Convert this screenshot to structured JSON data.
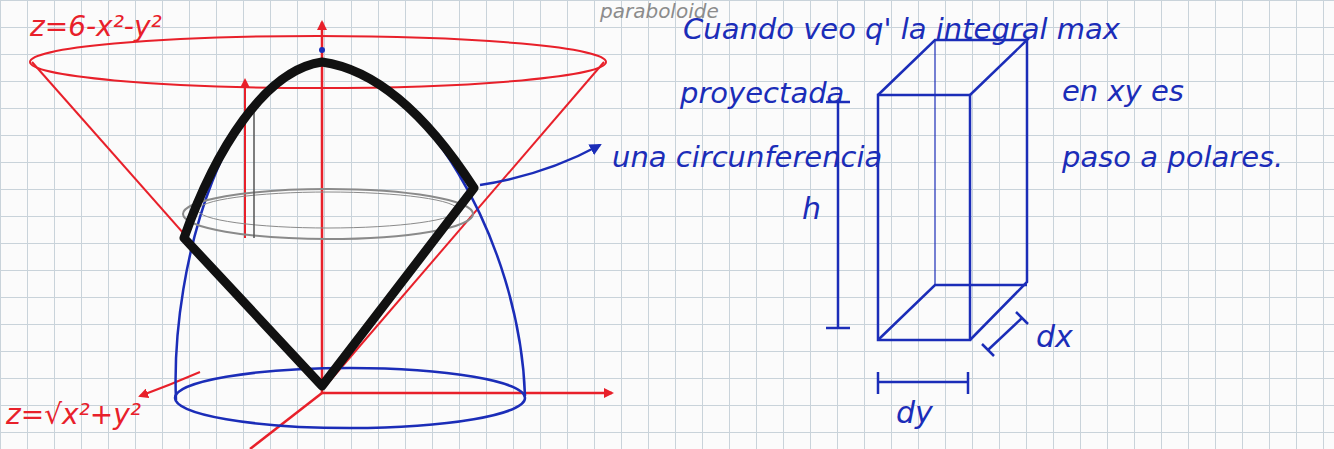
{
  "diagram": {
    "labels": [
      "paraboloide",
      "z=6-x²-y²",
      "Cuando veo q' la integral max",
      "proyectada",
      "en xy es",
      "una circunferencia",
      "h",
      "paso a polares.",
      "dx",
      "dy",
      "z=√x²+y²"
    ]
  }
}
